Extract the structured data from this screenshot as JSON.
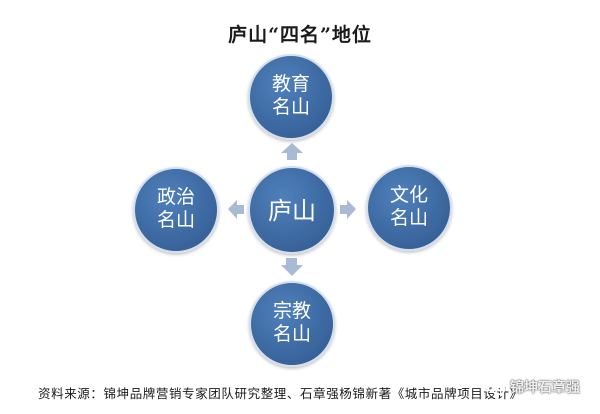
{
  "title": "庐山“四名”地位",
  "colors": {
    "node_fill": "#3f6fa8",
    "node_stroke": "#d5dfec",
    "arrow_fill": "#a9bad4",
    "text": "#ffffff"
  },
  "nodes": {
    "center": {
      "label": "庐山"
    },
    "top": {
      "line1": "教育",
      "line2": "名山"
    },
    "left": {
      "line1": "政治",
      "line2": "名山"
    },
    "right": {
      "line1": "文化",
      "line2": "名山"
    },
    "bottom": {
      "line1": "宗教",
      "line2": "名山"
    }
  },
  "footer": "资料来源：锦坤品牌营销专家团队研究整理、石章强杨锦新著《城市品牌项目设计》",
  "watermark": {
    "icon": "wechat-icon",
    "text": "锦坤石章强"
  }
}
